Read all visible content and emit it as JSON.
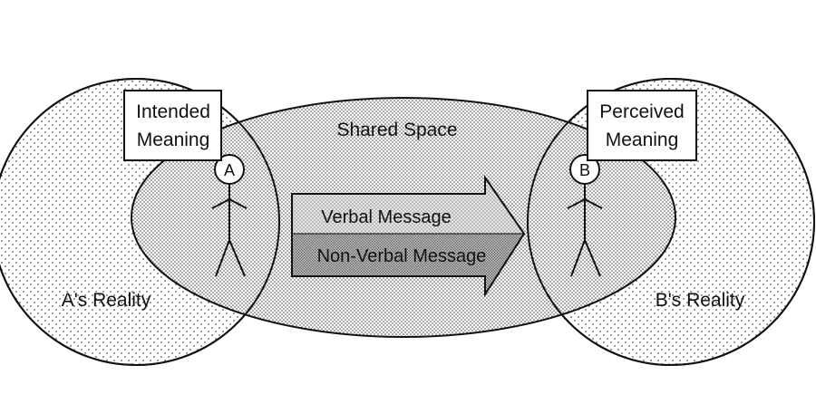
{
  "diagram": {
    "labels": {
      "intended_line1": "Intended",
      "intended_line2": "Meaning",
      "perceived_line1": "Perceived",
      "perceived_line2": "Meaning",
      "shared_space": "Shared Space",
      "person_a": "A",
      "person_b": "B",
      "verbal": "Verbal Message",
      "nonverbal": "Non-Verbal Message",
      "a_reality": "A's Reality",
      "b_reality": "B's Reality"
    },
    "colors": {
      "stroke": "#111111",
      "box_fill": "#ffffff",
      "dot": "#555555",
      "arrow_top": "#d8d8d8",
      "arrow_bottom": "#9a9a9a"
    }
  }
}
